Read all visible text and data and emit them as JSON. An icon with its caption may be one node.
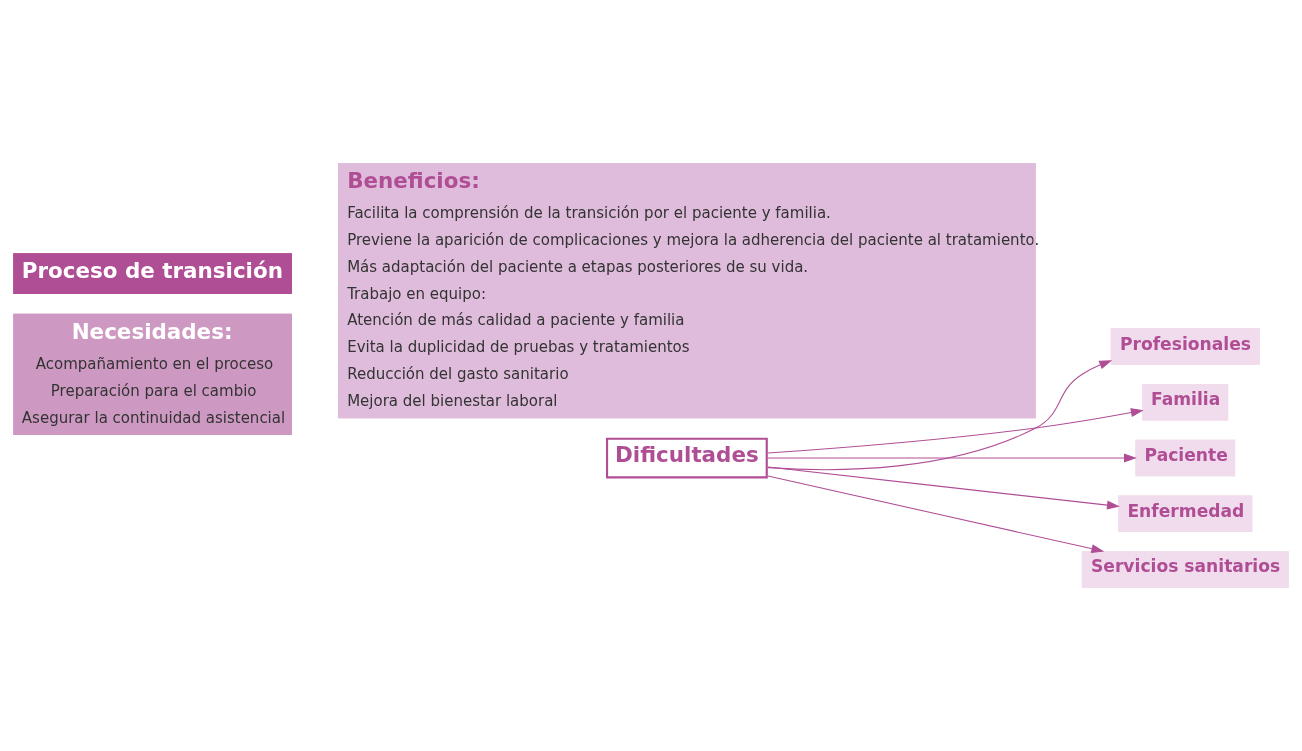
{
  "diagram": {
    "nodes": [
      {
        "text": [
          "Proceso de transición"
        ]
      },
      {
        "text": [
          "Necesidades:",
          "Acompañamiento en el proceso",
          "Preparación para el cambio",
          "Asegurar la continuidad asistencial"
        ]
      },
      {
        "text": [
          "Beneficios:",
          "Facilita la comprensión de la transición por el paciente y familia.",
          "Previene la aparición de complicaciones y mejora la adherencia del paciente al tratamiento.",
          "Más adaptación del paciente a etapas posteriores de su vida.",
          "Trabajo en equipo:",
          "Atención de más calidad a paciente y familia",
          "Evita la duplicidad de pruebas y tratamientos",
          "Reducción del gasto sanitario",
          "Mejora del bienestar laboral"
        ]
      },
      {
        "text": [
          "Dificultades"
        ]
      },
      {
        "text": [
          "Profesionales"
        ]
      },
      {
        "text": [
          "Familia"
        ]
      },
      {
        "text": [
          "Paciente"
        ]
      },
      {
        "text": [
          "Enfermedad"
        ]
      },
      {
        "text": [
          "Servicios sanitarios"
        ]
      }
    ],
    "edges": [
      {
        "from": 3,
        "to": 4,
        "arrow": "to"
      },
      {
        "from": 3,
        "to": 5,
        "arrow": "to"
      },
      {
        "from": 3,
        "to": 6,
        "arrow": "to"
      },
      {
        "from": 3,
        "to": 7,
        "arrow": "to"
      },
      {
        "from": 3,
        "to": 8,
        "arrow": "to"
      }
    ]
  }
}
